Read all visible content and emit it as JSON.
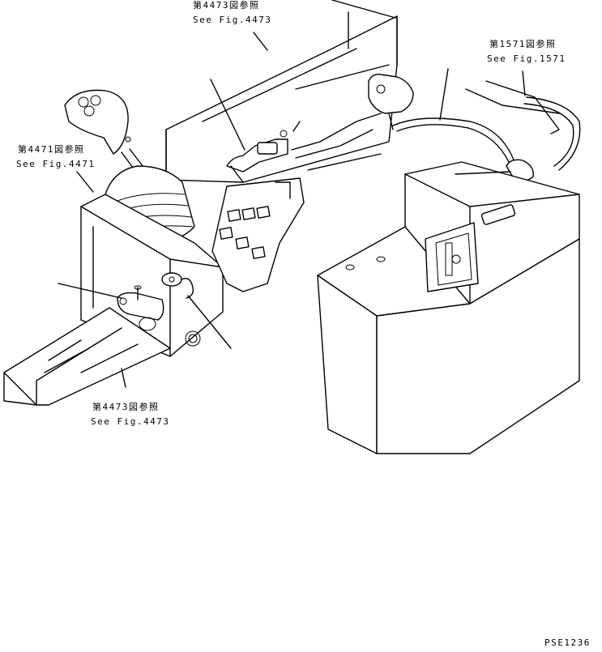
{
  "callouts": [
    {
      "id": "fig4473-top",
      "jp": "第4473図参照",
      "en": "See Fig.4473"
    },
    {
      "id": "fig1571",
      "jp": "第1571図参照",
      "en": "See Fig.1571"
    },
    {
      "id": "fig4471",
      "jp": "第4471図参照",
      "en": "See Fig.4471"
    },
    {
      "id": "fig4473-bottom",
      "jp": "第4473図参照",
      "en": "See Fig.4473"
    }
  ],
  "part_code": "PSE1236"
}
